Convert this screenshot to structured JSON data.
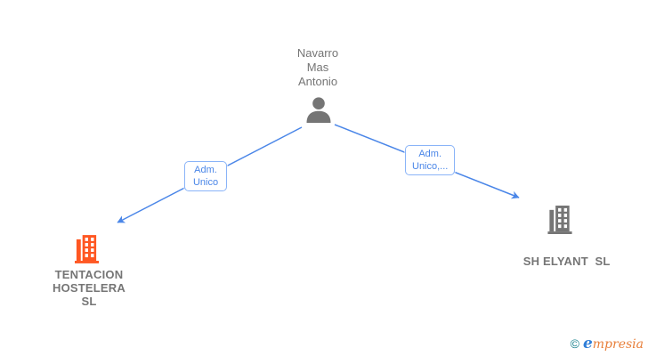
{
  "person": {
    "name_line1": "Navarro",
    "name_line2": "Mas",
    "name_line3": "Antonio"
  },
  "edges": {
    "left": {
      "label_line1": "Adm.",
      "label_line2": "Unico"
    },
    "right": {
      "label_line1": "Adm.",
      "label_line2": "Unico,..."
    }
  },
  "companies": {
    "left": {
      "name_line1": "TENTACION",
      "name_line2": "HOSTELERA",
      "name_line3": "SL"
    },
    "right": {
      "name": "SH ELYANT  SL"
    }
  },
  "colors": {
    "edge_blue": "#4a86e8",
    "label_border_blue": "#8ab4f8",
    "text_gray": "#757575",
    "person_gray": "#757575",
    "company_left_orange": "#FF5722",
    "company_right_gray": "#757575",
    "logo_teal": "#16808c",
    "logo_blue": "#2f7ed8",
    "logo_orange": "#e87f3a"
  },
  "footer": {
    "copyright": "©",
    "brand_first_letter": "e",
    "brand_rest": "mpresia"
  }
}
